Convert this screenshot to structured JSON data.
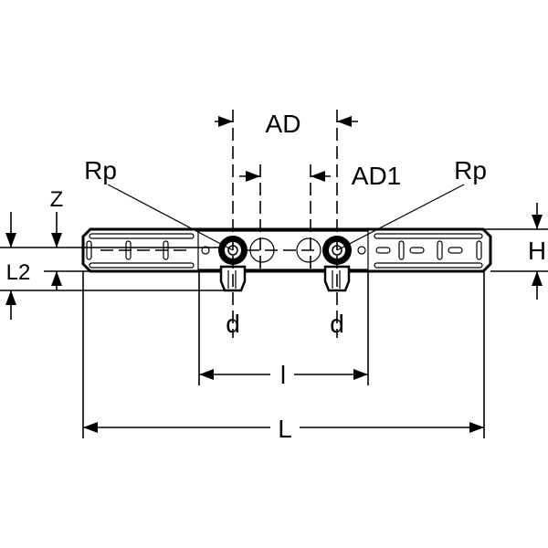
{
  "labels": {
    "AD": "AD",
    "AD1": "AD1",
    "Rp_left": "Rp",
    "Rp_right": "Rp",
    "Z": "Z",
    "L2": "L2",
    "H": "H",
    "d_left": "d",
    "d_right": "d",
    "l": "l",
    "L": "L"
  }
}
